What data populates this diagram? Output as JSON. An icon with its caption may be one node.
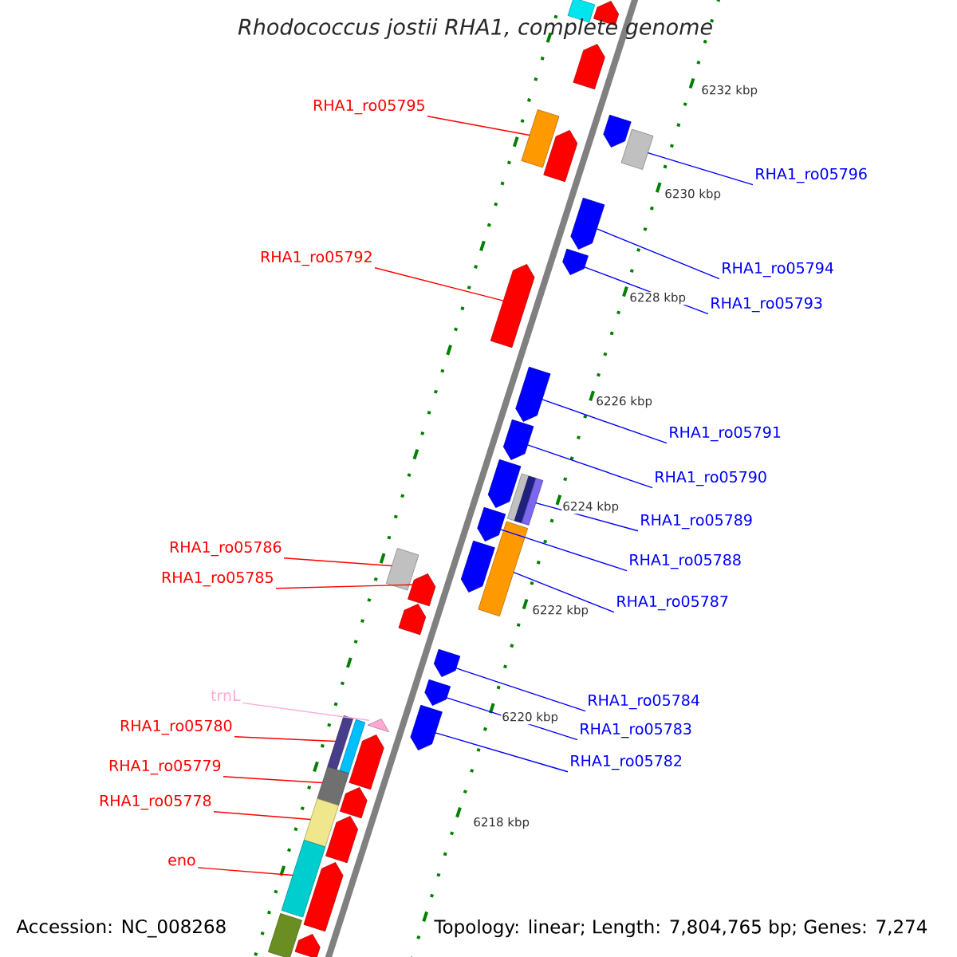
{
  "diagram": {
    "title": "Rhodococcus jostii RHA1, complete genome",
    "nodes": [
      {
        "text": [
          "RHA1_ro05795"
        ]
      },
      {
        "text": [
          "RHA1_ro05796"
        ]
      },
      {
        "text": [
          "RHA1_ro05792"
        ]
      },
      {
        "text": [
          "RHA1_ro05794"
        ]
      },
      {
        "text": [
          "RHA1_ro05793"
        ]
      },
      {
        "text": [
          "RHA1_ro05791"
        ]
      },
      {
        "text": [
          "RHA1_ro05790"
        ]
      },
      {
        "text": [
          "RHA1_ro05789"
        ]
      },
      {
        "text": [
          "RHA1_ro05786"
        ]
      },
      {
        "text": [
          "RHA1_ro05788"
        ]
      },
      {
        "text": [
          "RHA1_ro05785"
        ]
      },
      {
        "text": [
          "RHA1_ro05787"
        ]
      },
      {
        "text": [
          "trnL"
        ]
      },
      {
        "text": [
          "RHA1_ro05784"
        ]
      },
      {
        "text": [
          "RHA1_ro05780"
        ]
      },
      {
        "text": [
          "RHA1_ro05783"
        ]
      },
      {
        "text": [
          "RHA1_ro05782"
        ]
      },
      {
        "text": [
          "RHA1_ro05779"
        ]
      },
      {
        "text": [
          "RHA1_ro05778"
        ]
      },
      {
        "text": [
          "eno"
        ]
      },
      {
        "text": [],
        "shape": "box"
      },
      {
        "text": [],
        "shape": "arrow"
      },
      {
        "text": [],
        "shape": "arrow"
      },
      {
        "text": [],
        "shape": "arrow"
      },
      {
        "text": [],
        "shape": "box"
      },
      {
        "text": [],
        "shape": "box"
      },
      {
        "text": [],
        "shape": "arrow"
      },
      {
        "text": [],
        "shape": "arrow"
      },
      {
        "text": [],
        "shape": "arrow"
      },
      {
        "text": [],
        "shape": "arrow"
      },
      {
        "text": [],
        "shape": "arrow"
      },
      {
        "text": [],
        "shape": "arrow"
      },
      {
        "text": [],
        "shape": "arrow"
      },
      {
        "text": [],
        "shape": "box"
      },
      {
        "text": [],
        "shape": "arrow"
      },
      {
        "text": [],
        "shape": "box"
      },
      {
        "text": [],
        "shape": "arrow"
      },
      {
        "text": [],
        "shape": "box"
      },
      {
        "text": [],
        "shape": "arrow"
      },
      {
        "text": [],
        "shape": "arrow"
      },
      {
        "text": [],
        "shape": "arrow"
      },
      {
        "text": [],
        "shape": "arrow"
      },
      {
        "text": [],
        "shape": "arrow"
      },
      {
        "text": [],
        "shape": "arrow"
      },
      {
        "text": [],
        "shape": "box"
      },
      {
        "text": [],
        "shape": "box"
      },
      {
        "text": [],
        "shape": "arrow"
      },
      {
        "text": [],
        "shape": "box"
      },
      {
        "text": [],
        "shape": "arrow"
      },
      {
        "text": [],
        "shape": "box"
      },
      {
        "text": [],
        "shape": "arrow"
      },
      {
        "text": [],
        "shape": "box"
      },
      {
        "text": [],
        "shape": "arrow"
      },
      {
        "text": [],
        "shape": "box"
      },
      {
        "text": [],
        "shape": "arrow"
      }
    ],
    "edges": [
      {
        "from": 0,
        "to": 25,
        "arrow": "none",
        "color": "#ff0000"
      },
      {
        "from": 1,
        "to": 24,
        "arrow": "none"
      },
      {
        "from": 2,
        "to": 29,
        "arrow": "none",
        "color": "#ff0000"
      },
      {
        "from": 3,
        "to": 27,
        "arrow": "none"
      },
      {
        "from": 4,
        "to": 28,
        "arrow": "none"
      },
      {
        "from": 5,
        "to": 30,
        "arrow": "none"
      },
      {
        "from": 6,
        "to": 31,
        "arrow": "none"
      },
      {
        "from": 7,
        "to": 33,
        "arrow": "none"
      },
      {
        "from": 8,
        "to": 37,
        "arrow": "none",
        "color": "#ff0000"
      },
      {
        "from": 9,
        "to": 34,
        "arrow": "none"
      },
      {
        "from": 10,
        "to": 38,
        "arrow": "none",
        "color": "#ff0000"
      },
      {
        "from": 11,
        "to": 35,
        "arrow": "none"
      },
      {
        "from": 12,
        "to": 43,
        "arrow": "none",
        "color": "#ffaad4"
      },
      {
        "from": 13,
        "to": 40,
        "arrow": "none"
      },
      {
        "from": 14,
        "to": 44,
        "arrow": "none",
        "color": "#ff0000"
      },
      {
        "from": 15,
        "to": 41,
        "arrow": "none"
      },
      {
        "from": 16,
        "to": 42,
        "arrow": "none"
      },
      {
        "from": 17,
        "to": 47,
        "arrow": "none",
        "color": "#ff0000"
      },
      {
        "from": 18,
        "to": 49,
        "arrow": "none",
        "color": "#ff0000"
      },
      {
        "from": 19,
        "to": 51,
        "arrow": "none",
        "color": "#ff0000"
      }
    ],
    "labels": [
      "6232 kbp",
      "6230 kbp",
      "6228 kbp",
      "6226 kbp",
      "6224 kbp",
      "6222 kbp",
      "6220 kbp",
      "6218 kbp",
      "Accession: NC_008268",
      "Topology: linear; Length: 7,804,765 bp; Genes: 7,274"
    ]
  }
}
